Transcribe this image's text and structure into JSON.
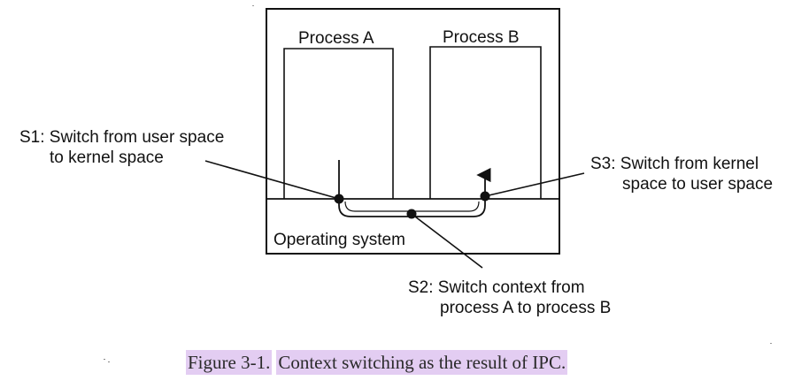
{
  "diagram": {
    "process_a_label": "Process A",
    "process_b_label": "Process B",
    "os_label": "Operating system",
    "s1_line1": "S1: Switch from user space",
    "s1_line2": "to kernel space",
    "s2_line1": "S2: Switch context from",
    "s2_line2": "process A to process B",
    "s3_line1": "S3: Switch from kernel",
    "s3_line2": "space to user space"
  },
  "caption": {
    "figure_label": "Figure 3-1.",
    "text": "Context switching as the result of IPC."
  },
  "colors": {
    "caption_highlight": "#e3cdf2",
    "ink": "#111111"
  }
}
